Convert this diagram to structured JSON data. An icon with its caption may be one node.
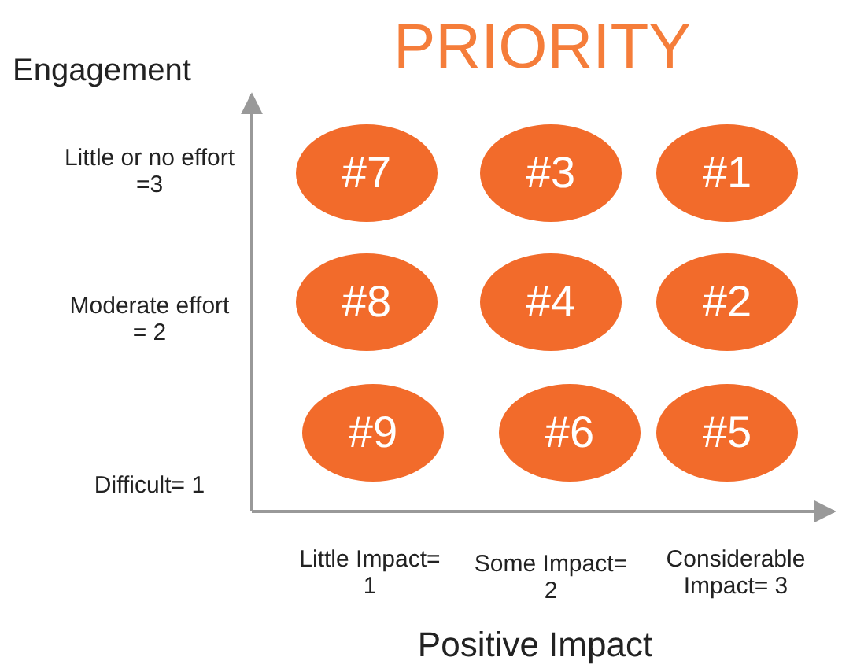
{
  "diagram": {
    "title": "PRIORITY",
    "nodes": [
      {
        "text": [
          "#7"
        ]
      },
      {
        "text": [
          "#3"
        ]
      },
      {
        "text": [
          "#1"
        ]
      },
      {
        "text": [
          "#8"
        ]
      },
      {
        "text": [
          "#4"
        ]
      },
      {
        "text": [
          "#2"
        ]
      },
      {
        "text": [
          "#9"
        ]
      },
      {
        "text": [
          "#6"
        ]
      },
      {
        "text": [
          "#5"
        ]
      }
    ],
    "labels": [
      "Engagement",
      "Little or no effort =3",
      "Moderate effort = 2",
      "Difficult= 1",
      "Little Impact= 1",
      "Some Impact= 2",
      "Considerable Impact= 3",
      "Positive Impact"
    ]
  }
}
